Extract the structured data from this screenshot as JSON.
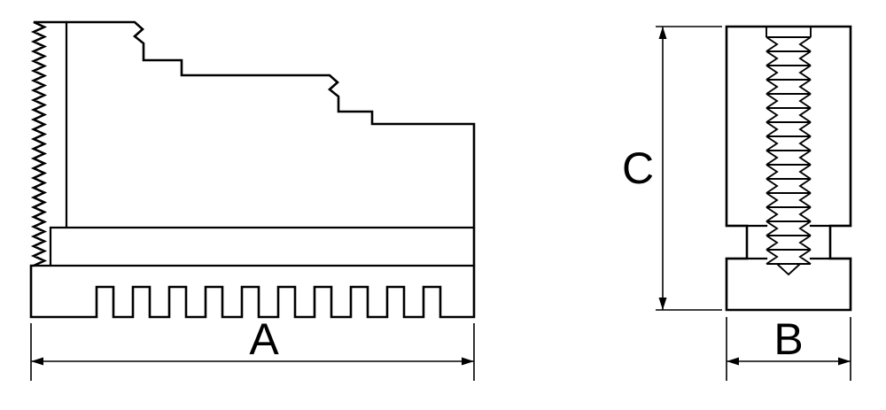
{
  "labels": {
    "side_width": "A",
    "front_width": "B",
    "front_height": "C"
  },
  "colors": {
    "line": "#000000",
    "background": "#ffffff"
  }
}
